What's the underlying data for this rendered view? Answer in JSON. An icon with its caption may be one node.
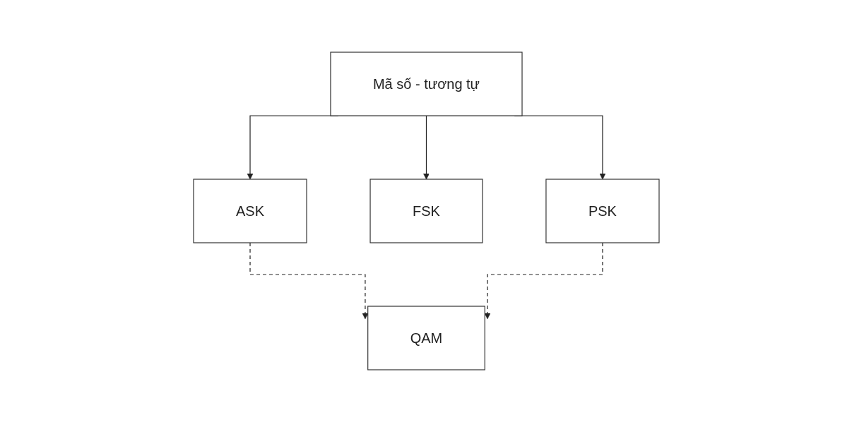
{
  "diagram": {
    "nodes": [
      {
        "text": [
          "Mã số - tương tự"
        ]
      },
      {
        "text": [
          "ASK"
        ]
      },
      {
        "text": [
          "FSK"
        ]
      },
      {
        "text": [
          "PSK"
        ]
      },
      {
        "text": [
          "QAM"
        ]
      }
    ],
    "edges": [
      {
        "from": 0,
        "to": 1,
        "arrow": "to"
      },
      {
        "from": 0,
        "to": 2,
        "arrow": "to"
      },
      {
        "from": 0,
        "to": 3,
        "arrow": "to"
      },
      {
        "from": 1,
        "to": 4,
        "arrow": "to",
        "style": "dashed"
      },
      {
        "from": 3,
        "to": 4,
        "arrow": "to",
        "style": "dashed"
      }
    ]
  }
}
